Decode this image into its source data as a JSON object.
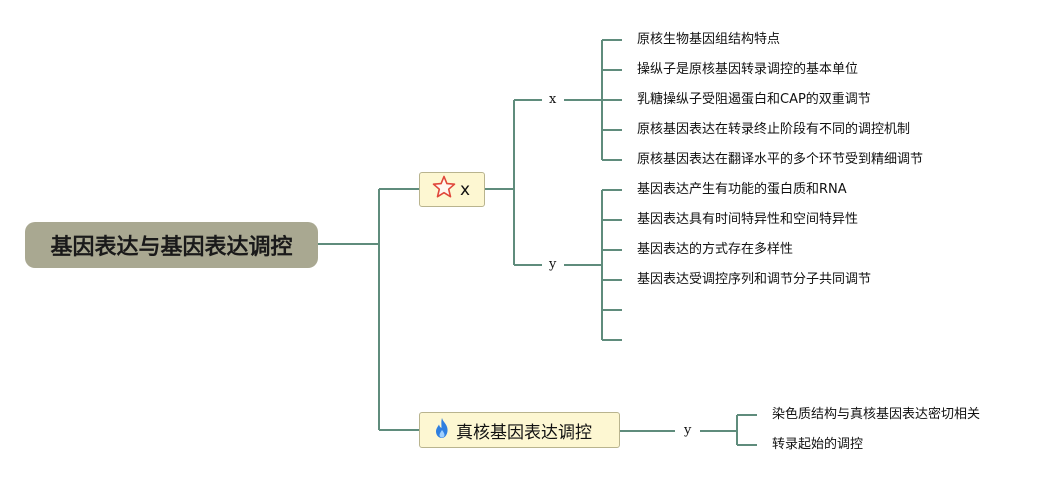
{
  "root": {
    "label": "基因表达与基因表达调控"
  },
  "colors": {
    "line": "#5f8c7c",
    "root_bg": "#a9a891",
    "node_bg": "#fdf7d2"
  },
  "branch1": {
    "label": "x",
    "icon": "star-icon",
    "children": [
      {
        "label": "x",
        "leaves": [
          "原核生物基因组结构特点",
          "操纵子是原核基因转录调控的基本单位",
          "乳糖操纵子受阻遏蛋白和CAP的双重调节",
          "原核基因表达在转录终止阶段有不同的调控机制",
          "原核基因表达在翻译水平的多个环节受到精细调节"
        ]
      },
      {
        "label": "y",
        "leaves": [
          "基因表达产生有功能的蛋白质和RNA",
          "基因表达具有时间特异性和空间特异性",
          "基因表达的方式存在多样性",
          "基因表达受调控序列和调节分子共同调节",
          "",
          ""
        ]
      }
    ]
  },
  "branch2": {
    "label": "真核基因表达调控",
    "icon": "fire-icon",
    "children": [
      {
        "label": "y",
        "leaves": [
          "染色质结构与真核基因表达密切相关",
          "转录起始的调控"
        ]
      }
    ]
  }
}
